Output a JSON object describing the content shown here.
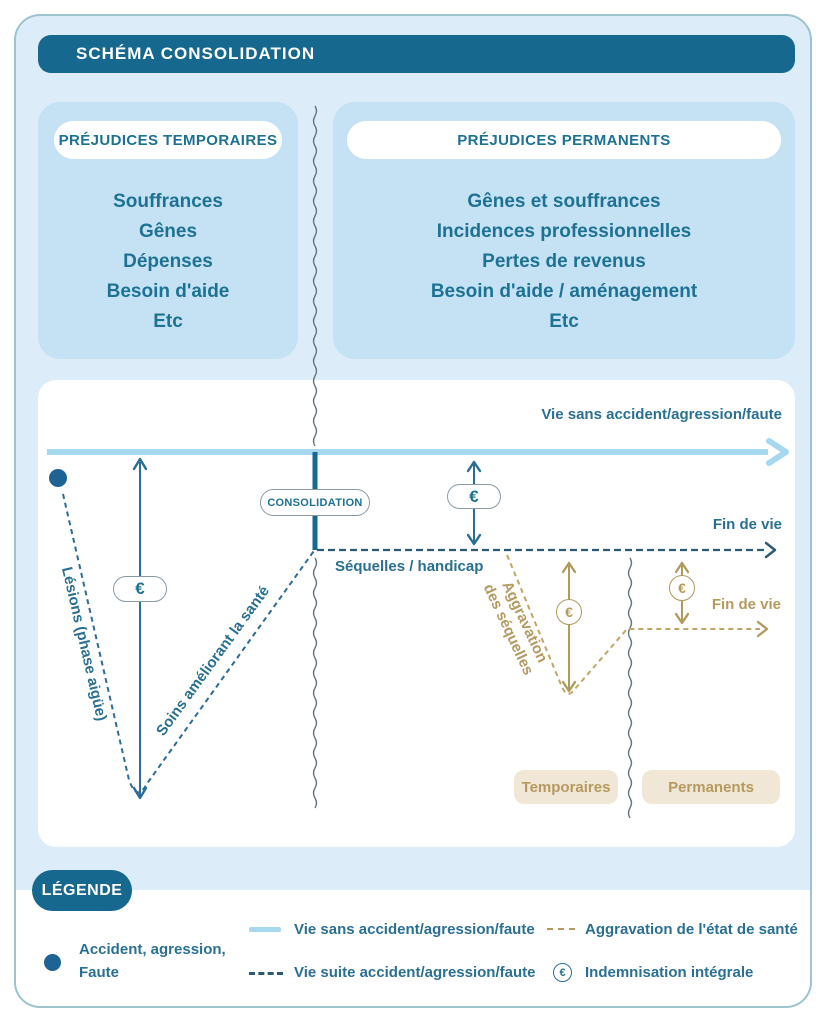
{
  "header": {
    "title": "SCHÉMA CONSOLIDATION"
  },
  "boxes": {
    "temporaires": {
      "title": "PRÉJUDICES TEMPORAIRES",
      "items": [
        "Souffrances",
        "Gênes",
        "Dépenses",
        "Besoin d'aide",
        "Etc"
      ]
    },
    "permanents": {
      "title": "PRÉJUDICES PERMANENTS",
      "items": [
        "Gênes et souffrances",
        "Incidences professionnelles",
        "Pertes de revenus",
        "Besoin d'aide / aménagement",
        "Etc"
      ]
    }
  },
  "diagram": {
    "life_without_label": "Vie sans accident/agression/faute",
    "fin_de_vie_blue": "Fin de vie",
    "fin_de_vie_tan": "Fin de vie",
    "consolidation_label": "CONSOLIDATION",
    "sequelles_label": "Séquelles / handicap",
    "lesions_label": "Lésions (phase aigüe)",
    "soins_label": "Soins améliorant la santé",
    "aggravation_line1": "Aggravation",
    "aggravation_line2": "des séquelles",
    "euro_symbol": "€",
    "badge_temporaires": "Temporaires",
    "badge_permanents": "Permanents"
  },
  "legend": {
    "title": "LÉGENDE",
    "accident_line1": "Accident, agression,",
    "accident_line2": "Faute",
    "life_without": "Vie sans accident/agression/faute",
    "life_after": "Vie suite accident/agression/faute",
    "aggravation": "Aggravation de l'état de santé",
    "indemnisation": "Indemnisation intégrale",
    "euro_symbol": "€"
  },
  "colors": {
    "header_teal": "#16688e",
    "light_blue_box": "#c5e2f4",
    "container_blue": "#dcecf8",
    "diagram_blue": "#2a6d96",
    "life_line_blue": "#a6d9f0",
    "navy_dash": "#2b5a75",
    "tan": "#b5995f",
    "badge_beige": "#f1e7d6",
    "text_teal": "#1d7294"
  }
}
